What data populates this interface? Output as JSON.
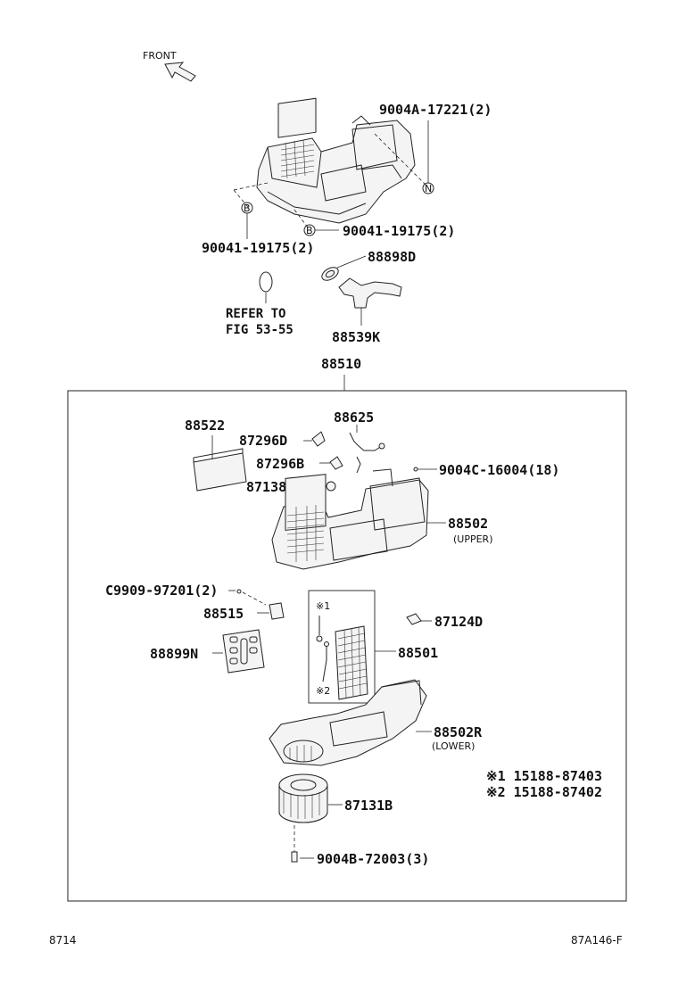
{
  "front": {
    "label": "FRONT"
  },
  "callouts": {
    "screw_n": "9004A-17221(2)",
    "screw_b_right": "90041-19175(2)",
    "screw_b_left": "90041-19175(2)",
    "p88898d": "88898D",
    "p88539k": "88539K",
    "refer_line1": "REFER TO",
    "refer_line2": "FIG 53-55",
    "p88510": "88510",
    "p88522": "88522",
    "p88625": "88625",
    "p87296d": "87296D",
    "p87296b": "87296B",
    "p87138c": "87138C",
    "screw_c": "9004C-16004(18)",
    "p88502": "88502",
    "upper": "(UPPER)",
    "c9909": "C9909-97201(2)",
    "p88515": "88515",
    "p88899n": "88899N",
    "p87124d": "87124D",
    "p88501": "88501",
    "note1_mark": "※1",
    "note2_mark": "※2",
    "p88502r": "88502R",
    "lower": "(LOWER)",
    "note1": "※1  15188-87403",
    "note2": "※2  15188-87402",
    "p87131b": "87131B",
    "screw_b72003": "9004B-72003(3)",
    "marker_n": "N",
    "marker_b1": "B",
    "marker_b2": "B"
  },
  "footer": {
    "left": "8714",
    "right": "87A146-F"
  }
}
